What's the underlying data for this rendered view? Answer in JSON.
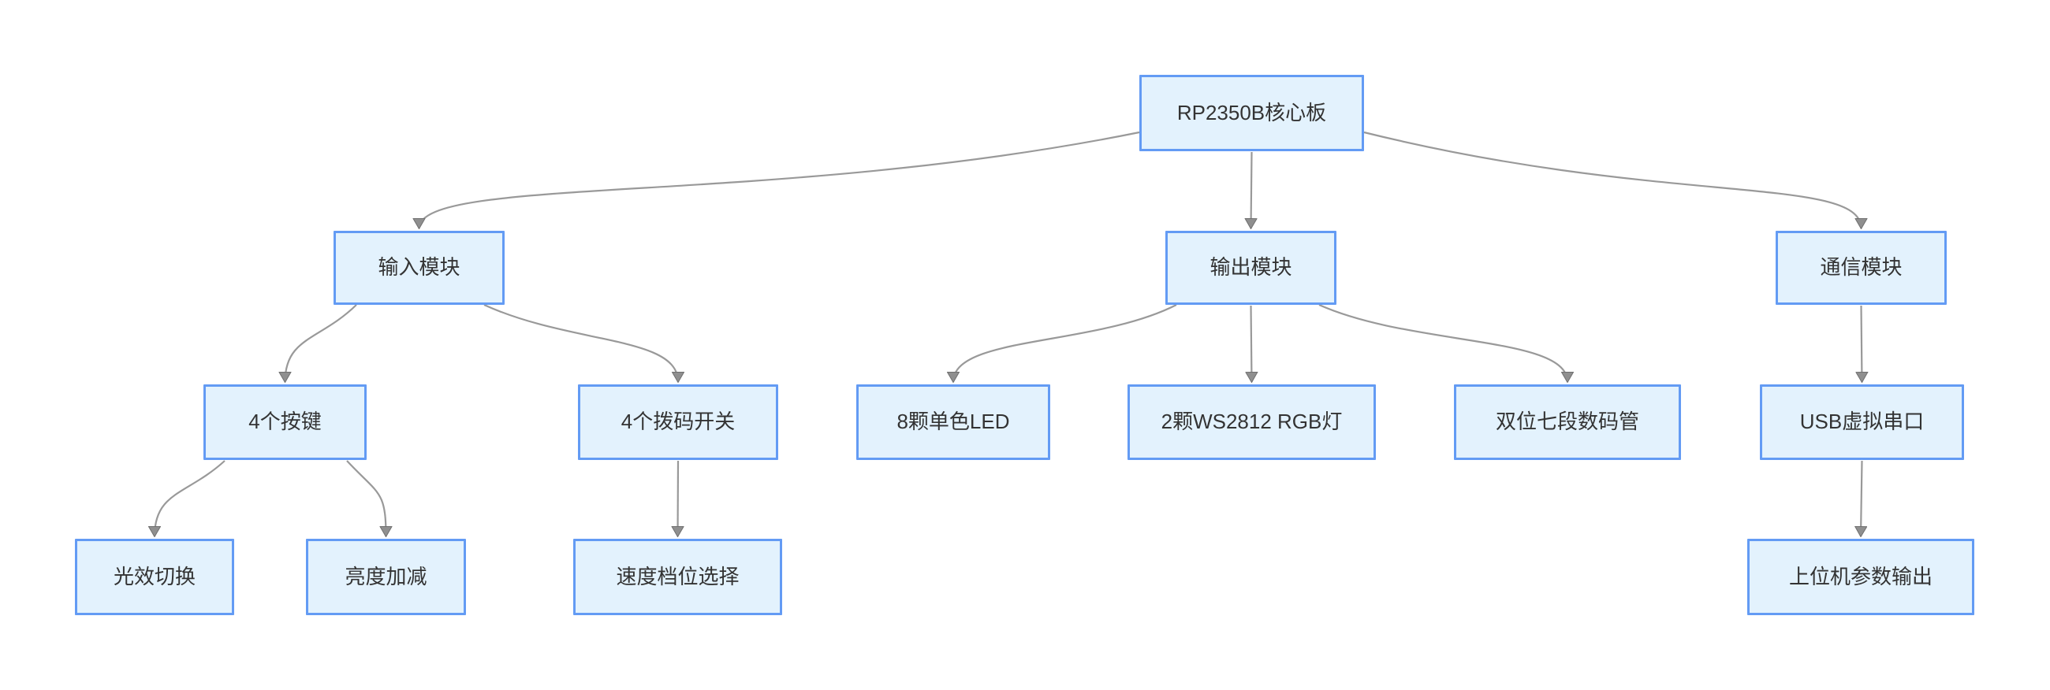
{
  "diagram": {
    "type": "flowchart-top-down",
    "colors": {
      "background": "#ffffff",
      "node_fill": "#e3f2fd",
      "node_border": "#639bf4",
      "node_text": "#333333",
      "edge": "#999999",
      "arrowhead": "#8f8f8f"
    },
    "nodes": [
      {
        "id": "core",
        "label": "RP2350B核心板"
      },
      {
        "id": "input",
        "label": "输入模块"
      },
      {
        "id": "output",
        "label": "输出模块"
      },
      {
        "id": "comm",
        "label": "通信模块"
      },
      {
        "id": "keys",
        "label": "4个按键"
      },
      {
        "id": "dip",
        "label": "4个拨码开关"
      },
      {
        "id": "led",
        "label": "8颗单色LED"
      },
      {
        "id": "ws2812",
        "label": "2颗WS2812 RGB灯"
      },
      {
        "id": "sevenseg",
        "label": "双位七段数码管"
      },
      {
        "id": "usb",
        "label": "USB虚拟串口"
      },
      {
        "id": "lightfx",
        "label": "光效切换"
      },
      {
        "id": "brightness",
        "label": "亮度加减"
      },
      {
        "id": "speed",
        "label": "速度档位选择"
      },
      {
        "id": "host",
        "label": "上位机参数输出"
      }
    ],
    "edges": [
      {
        "from": "core",
        "to": "input"
      },
      {
        "from": "core",
        "to": "output"
      },
      {
        "from": "core",
        "to": "comm"
      },
      {
        "from": "input",
        "to": "keys"
      },
      {
        "from": "input",
        "to": "dip"
      },
      {
        "from": "output",
        "to": "led"
      },
      {
        "from": "output",
        "to": "ws2812"
      },
      {
        "from": "output",
        "to": "sevenseg"
      },
      {
        "from": "comm",
        "to": "usb"
      },
      {
        "from": "keys",
        "to": "lightfx"
      },
      {
        "from": "keys",
        "to": "brightness"
      },
      {
        "from": "dip",
        "to": "speed"
      },
      {
        "from": "usb",
        "to": "host"
      }
    ]
  }
}
